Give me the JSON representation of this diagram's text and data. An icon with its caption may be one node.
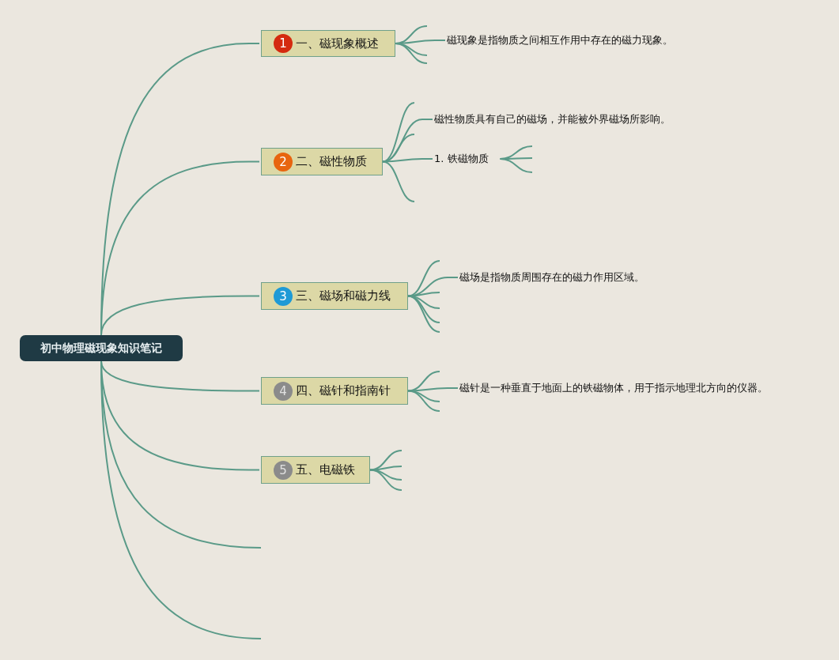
{
  "diagram": {
    "nodes": [
      {
        "text": [
          "初中物理磁现象知识笔记"
        ]
      },
      {
        "text": [
          "1",
          "一、磁现象概述"
        ]
      },
      {
        "text": [
          "2",
          "二、磁性物质"
        ]
      },
      {
        "text": [
          "3",
          "三、磁场和磁力线"
        ]
      },
      {
        "text": [
          "4",
          "四、磁针和指南针"
        ]
      },
      {
        "text": [
          "5",
          "五、电磁铁"
        ]
      },
      {
        "text": [
          "磁现象是指物质之间相互作用中存在的磁力现象。"
        ]
      },
      {
        "text": [
          "磁性物质具有自己的磁场，并能被外界磁场所影响。"
        ]
      },
      {
        "text": [
          "1. 铁磁物质"
        ]
      },
      {
        "text": [
          "磁场是指物质周围存在的磁力作用区域。"
        ]
      },
      {
        "text": [
          "磁针是一种垂直于地面上的铁磁物体，用于指示地理北方向的仪器。"
        ]
      }
    ],
    "edges": [
      {
        "from": 0,
        "to": 1,
        "arrow": "none"
      },
      {
        "from": 0,
        "to": 2,
        "arrow": "none"
      },
      {
        "from": 0,
        "to": 3,
        "arrow": "none"
      },
      {
        "from": 0,
        "to": 4,
        "arrow": "none"
      },
      {
        "from": 0,
        "to": 5,
        "arrow": "none"
      },
      {
        "from": 0,
        "to": null,
        "arrow": "none"
      },
      {
        "from": 0,
        "to": null,
        "arrow": "none"
      },
      {
        "from": 1,
        "to": null,
        "arrow": "none"
      },
      {
        "from": 1,
        "to": 6,
        "arrow": "none"
      },
      {
        "from": 1,
        "to": null,
        "arrow": "none"
      },
      {
        "from": 1,
        "to": null,
        "arrow": "none"
      },
      {
        "from": 2,
        "to": null,
        "arrow": "none"
      },
      {
        "from": 2,
        "to": 7,
        "arrow": "none"
      },
      {
        "from": 2,
        "to": null,
        "arrow": "none"
      },
      {
        "from": 2,
        "to": 8,
        "arrow": "none"
      },
      {
        "from": 2,
        "to": null,
        "arrow": "none"
      },
      {
        "from": 8,
        "to": null,
        "arrow": "none"
      },
      {
        "from": 8,
        "to": null,
        "arrow": "none"
      },
      {
        "from": 8,
        "to": null,
        "arrow": "none"
      },
      {
        "from": 3,
        "to": null,
        "arrow": "none"
      },
      {
        "from": 3,
        "to": 9,
        "arrow": "none"
      },
      {
        "from": 3,
        "to": null,
        "arrow": "none"
      },
      {
        "from": 3,
        "to": null,
        "arrow": "none"
      },
      {
        "from": 3,
        "to": null,
        "arrow": "none"
      },
      {
        "from": 3,
        "to": null,
        "arrow": "none"
      },
      {
        "from": 4,
        "to": null,
        "arrow": "none"
      },
      {
        "from": 4,
        "to": 10,
        "arrow": "none"
      },
      {
        "from": 4,
        "to": null,
        "arrow": "none"
      },
      {
        "from": 4,
        "to": null,
        "arrow": "none"
      },
      {
        "from": 5,
        "to": null,
        "arrow": "none"
      },
      {
        "from": 5,
        "to": null,
        "arrow": "none"
      },
      {
        "from": 5,
        "to": null,
        "arrow": "none"
      },
      {
        "from": 5,
        "to": null,
        "arrow": "none"
      }
    ]
  }
}
